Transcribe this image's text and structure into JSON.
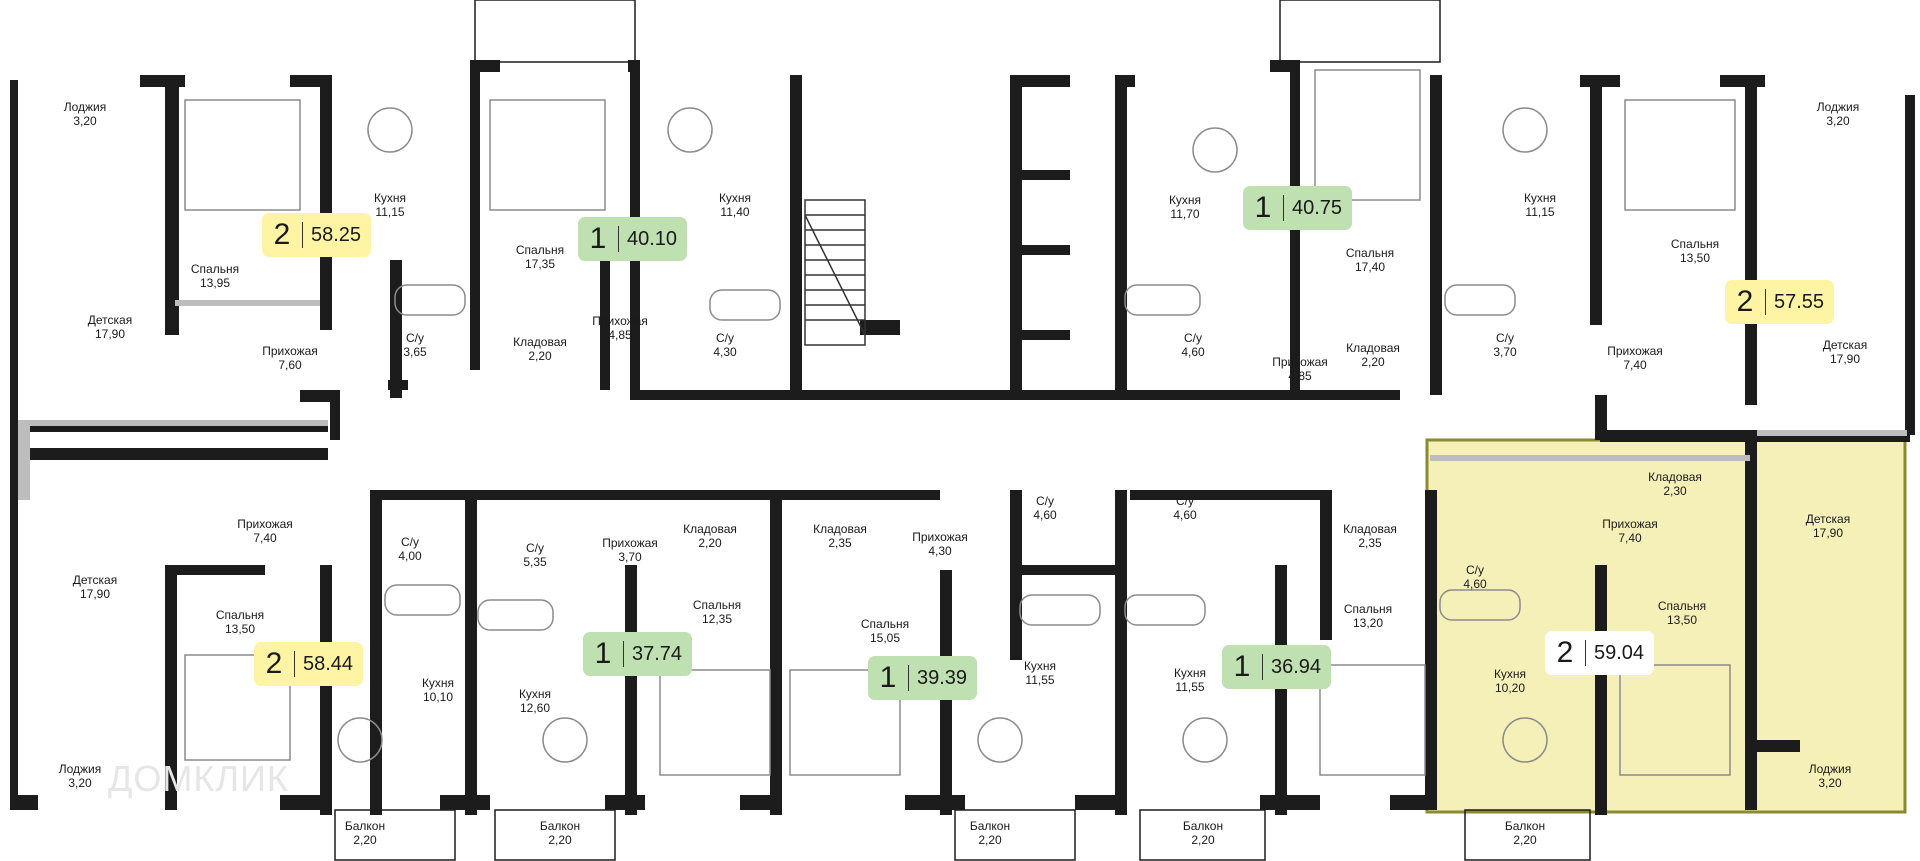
{
  "colors": {
    "wall": "#1c1c1c",
    "window": "#bdbdbd",
    "badge_two_room": "#fff4a3",
    "badge_one_room": "#bfe0b0",
    "highlight_fill": "#f5f0b8",
    "highlight_border": "#8a8a2e",
    "furniture": "#8c8c8c"
  },
  "watermark": "ДОМКЛИК",
  "apartments": [
    {
      "rooms": "2",
      "area": "58.25",
      "type": "two"
    },
    {
      "rooms": "1",
      "area": "40.10",
      "type": "one"
    },
    {
      "rooms": "1",
      "area": "40.75",
      "type": "one"
    },
    {
      "rooms": "2",
      "area": "57.55",
      "type": "two"
    },
    {
      "rooms": "2",
      "area": "58.44",
      "type": "two"
    },
    {
      "rooms": "1",
      "area": "37.74",
      "type": "one"
    },
    {
      "rooms": "1",
      "area": "39.39",
      "type": "one"
    },
    {
      "rooms": "1",
      "area": "36.94",
      "type": "one"
    },
    {
      "rooms": "2",
      "area": "59.04",
      "type": "highlight"
    }
  ],
  "rooms": [
    {
      "name": "Лоджия",
      "area": "3,20"
    },
    {
      "name": "Спальня",
      "area": "13,95"
    },
    {
      "name": "Кухня",
      "area": "11,15"
    },
    {
      "name": "Детская",
      "area": "17,90"
    },
    {
      "name": "Прихожая",
      "area": "7,60"
    },
    {
      "name": "С/у",
      "area": "3,65"
    },
    {
      "name": "Спальня",
      "area": "17,35"
    },
    {
      "name": "Кладовая",
      "area": "2,20"
    },
    {
      "name": "Прихожая",
      "area": "4,85"
    },
    {
      "name": "Кухня",
      "area": "11,40"
    },
    {
      "name": "С/у",
      "area": "4,30"
    },
    {
      "name": "Кухня",
      "area": "11,70"
    },
    {
      "name": "С/у",
      "area": "4,60"
    },
    {
      "name": "Спальня",
      "area": "17,40"
    },
    {
      "name": "Прихожая",
      "area": "4,85"
    },
    {
      "name": "Кладовая",
      "area": "2,20"
    },
    {
      "name": "Кухня",
      "area": "11,15"
    },
    {
      "name": "С/у",
      "area": "3,70"
    },
    {
      "name": "Спальня",
      "area": "13,50"
    },
    {
      "name": "Прихожая",
      "area": "7,40"
    },
    {
      "name": "Лоджия",
      "area": "3,20"
    },
    {
      "name": "Детская",
      "area": "17,90"
    },
    {
      "name": "Прихожая",
      "area": "7,40"
    },
    {
      "name": "Детская",
      "area": "17,90"
    },
    {
      "name": "Спальня",
      "area": "13,50"
    },
    {
      "name": "Лоджия",
      "area": "3,20"
    },
    {
      "name": "С/у",
      "area": "4,00"
    },
    {
      "name": "Кухня",
      "area": "10,10"
    },
    {
      "name": "Балкон",
      "area": "2,20"
    },
    {
      "name": "С/у",
      "area": "5,35"
    },
    {
      "name": "Кухня",
      "area": "12,60"
    },
    {
      "name": "Балкон",
      "area": "2,20"
    },
    {
      "name": "Прихожая",
      "area": "3,70"
    },
    {
      "name": "Кладовая",
      "area": "2,20"
    },
    {
      "name": "Спальня",
      "area": "12,35"
    },
    {
      "name": "Кладовая",
      "area": "2,35"
    },
    {
      "name": "Прихожая",
      "area": "4,30"
    },
    {
      "name": "Спальня",
      "area": "15,05"
    },
    {
      "name": "С/у",
      "area": "4,60"
    },
    {
      "name": "Кухня",
      "area": "11,55"
    },
    {
      "name": "Балкон",
      "area": "2,20"
    },
    {
      "name": "С/у",
      "area": "4,60"
    },
    {
      "name": "Кухня",
      "area": "11,55"
    },
    {
      "name": "Балкон",
      "area": "2,20"
    },
    {
      "name": "Кладовая",
      "area": "2,35"
    },
    {
      "name": "Спальня",
      "area": "13,20"
    },
    {
      "name": "Кладовая",
      "area": "2,30"
    },
    {
      "name": "Прихожая",
      "area": "7,40"
    },
    {
      "name": "Детская",
      "area": "17,90"
    },
    {
      "name": "С/у",
      "area": "4,60"
    },
    {
      "name": "Спальня",
      "area": "13,50"
    },
    {
      "name": "Кухня",
      "area": "10,20"
    },
    {
      "name": "Балкон",
      "area": "2,20"
    },
    {
      "name": "Лоджия",
      "area": "3,20"
    }
  ]
}
